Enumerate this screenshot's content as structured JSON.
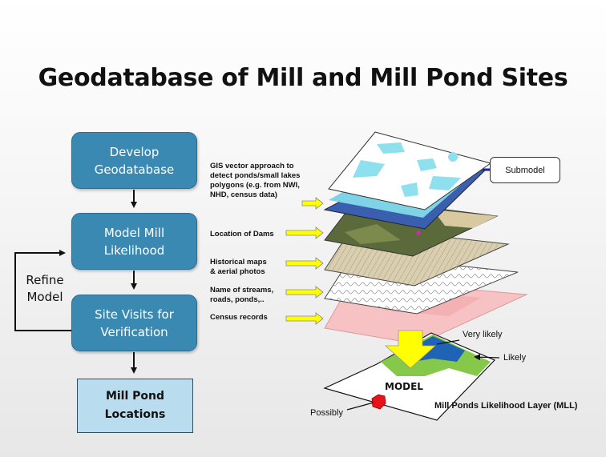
{
  "title": "Geodatabase of Mill and Mill Pond Sites",
  "flow": {
    "steps": [
      "Develop\nGeodatabase",
      "Model Mill\nLikelihood",
      "Site Visits for\nVerification"
    ],
    "final": "Mill Pond\nLocations",
    "refine": "Refine\nModel"
  },
  "layers": {
    "labels": [
      "GIS vector approach to\ndetect ponds/small lakes\npolygons (e.g. from NWI,\nNHD, census data)",
      "Location of Dams",
      "Historical maps\n& aerial photos",
      "Name of streams,\nroads, ponds,..",
      "Census records"
    ],
    "submodel": "Submodel"
  },
  "model": {
    "title": "MODEL",
    "very_likely": "Very likely",
    "likely": "Likely",
    "possibly": "Possibly",
    "layer_name": "Mill Ponds Likelihood Layer (MLL)"
  },
  "colors": {
    "flow_box": "#3a89b2",
    "final_box": "#b9dcee",
    "arrow_yellow": "#ffff00",
    "very_likely": "#1f63b4",
    "likely": "#86c94a",
    "possibly": "#e5141b"
  }
}
